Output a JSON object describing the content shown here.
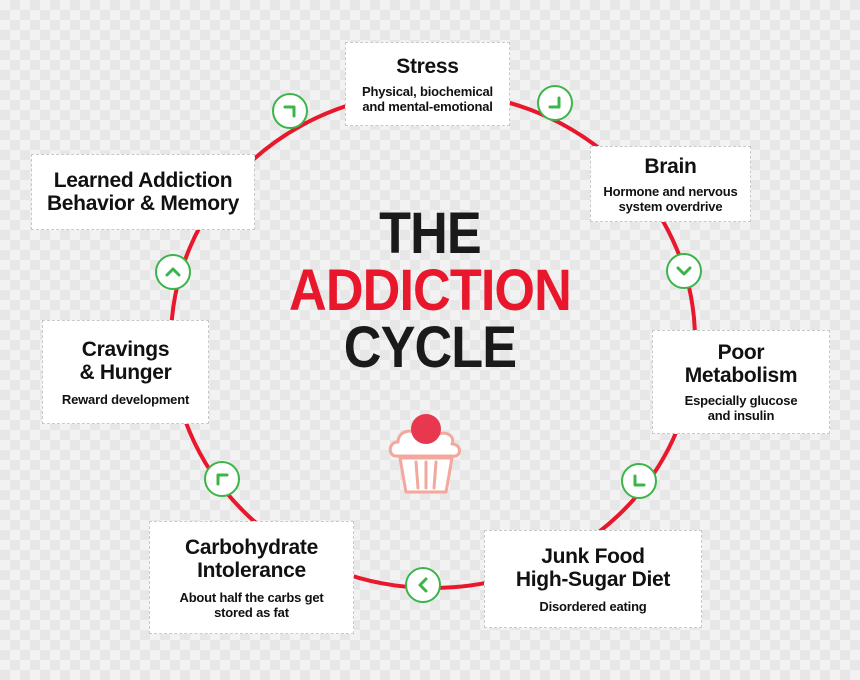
{
  "title": {
    "line1": "THE",
    "line2": "ADDICTION",
    "line3": "CYCLE"
  },
  "colors": {
    "ring": "#e8172c",
    "accent_red": "#e8172c",
    "arrow_green": "#3bb54a",
    "text_dark": "#1a1a1a",
    "cupcake_outline": "#f3a89e",
    "cherry": "#e8384f"
  },
  "stages": {
    "stress": {
      "title_line1": "Stress",
      "desc_line1": "Physical, biochemical",
      "desc_line2": "and mental-emotional"
    },
    "brain": {
      "title_line1": "Brain",
      "desc_line1": "Hormone and nervous",
      "desc_line2": "system overdrive"
    },
    "poor_metabolism": {
      "title_line1": "Poor",
      "title_line2": "Metabolism",
      "desc_line1": "Especially glucose",
      "desc_line2": "and insulin"
    },
    "junk_food": {
      "title_line1": "Junk Food",
      "title_line2": "High-Sugar Diet",
      "desc_line1": "Disordered eating"
    },
    "carb_intolerance": {
      "title_line1": "Carbohydrate",
      "title_line2": "Intolerance",
      "desc_line1": "About half the carbs get",
      "desc_line2": "stored as fat"
    },
    "cravings": {
      "title_line1": "Cravings",
      "title_line2": "& Hunger",
      "desc_line1": "Reward development"
    },
    "learned_behavior": {
      "title_line1": "Learned Addiction",
      "title_line2": "Behavior & Memory"
    }
  },
  "icons": {
    "arrows": [
      "chevron-up-right-icon",
      "chevron-down-right-icon",
      "chevron-down-icon",
      "chevron-down-left-icon",
      "chevron-left-icon",
      "chevron-up-left-icon",
      "chevron-up-icon"
    ],
    "center_icon": "cupcake-icon"
  }
}
